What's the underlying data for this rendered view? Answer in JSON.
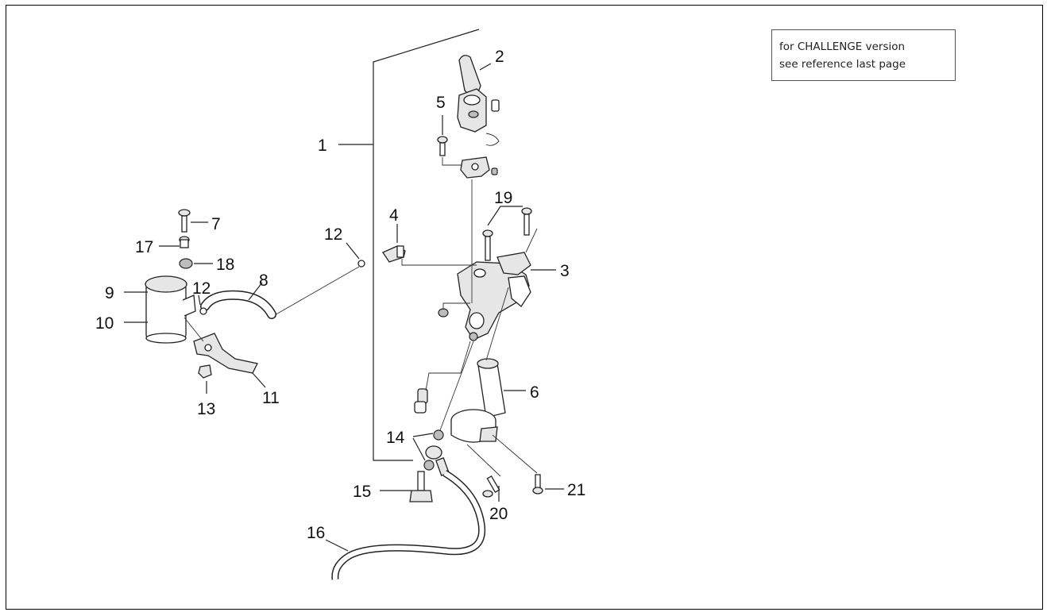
{
  "note": {
    "line1": "for CHALLENGE version",
    "line2": "see reference last page"
  },
  "callouts": {
    "c1": "1",
    "c2": "2",
    "c3": "3",
    "c4": "4",
    "c5": "5",
    "c6": "6",
    "c7": "7",
    "c8": "8",
    "c9": "9",
    "c10": "10",
    "c11": "11",
    "c12a": "12",
    "c12b": "12",
    "c13": "13",
    "c14": "14",
    "c15": "15",
    "c16": "16",
    "c17": "17",
    "c18": "18",
    "c19": "19",
    "c20": "20",
    "c21": "21"
  }
}
